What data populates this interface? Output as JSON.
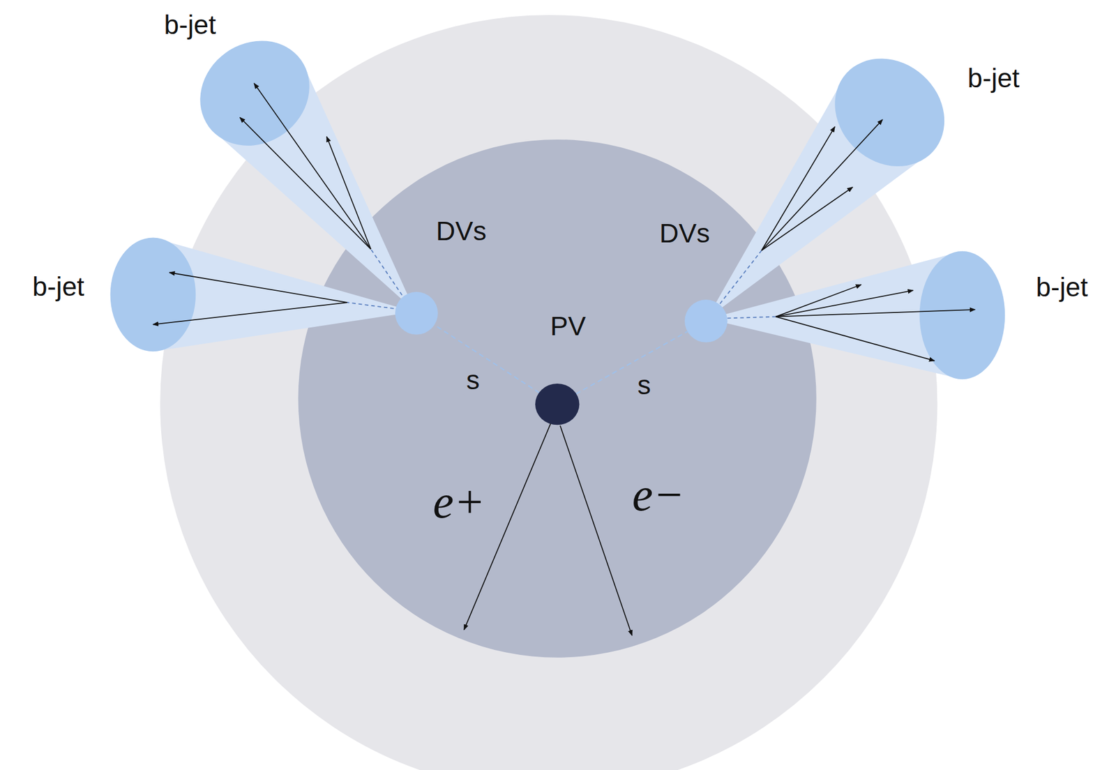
{
  "diagram": {
    "nodes": [
      {
        "text": [
          "b-jet"
        ]
      },
      {
        "text": [
          "b-jet"
        ]
      },
      {
        "text": [
          "DVs"
        ]
      },
      {
        "text": [
          "DVs"
        ]
      },
      {
        "text": [
          "b-jet"
        ]
      },
      {
        "text": [
          "b-jet"
        ]
      },
      {
        "text": [
          "PV"
        ]
      }
    ],
    "edges": [
      {
        "from": 6,
        "to": 2,
        "label": "s",
        "arrow": "none"
      },
      {
        "from": 6,
        "to": 3,
        "label": "s",
        "arrow": "none"
      }
    ],
    "labels": [
      "e+",
      "e−"
    ]
  }
}
